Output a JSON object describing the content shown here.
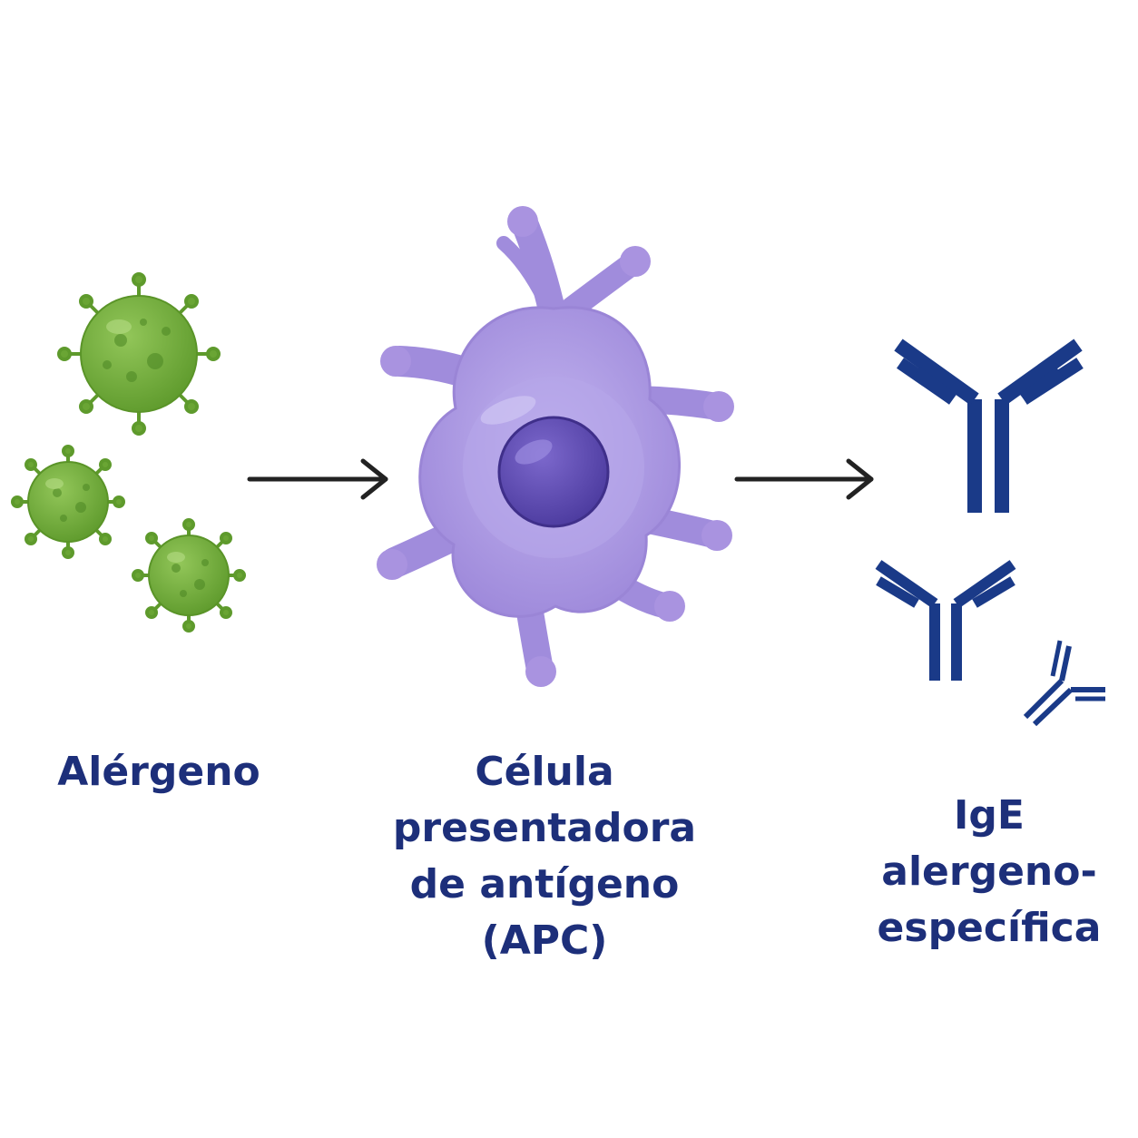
{
  "colors": {
    "background": "#ffffff",
    "label_text": "#1d2f7a",
    "allergen": "#6faa3a",
    "allergen_dark": "#4f8a26",
    "apc_cell": "#a08cdc",
    "apc_nucleus": "#5d4ab0",
    "antibody": "#1a3a88",
    "arrow": "#222222"
  },
  "icons": {
    "allergen": "virus-particle-icon",
    "apc": "dendritic-cell-icon",
    "ige": "y-shaped-antibody-icon",
    "arrow": "right-arrow-icon"
  },
  "labels": {
    "allergen": [
      "Alérgeno"
    ],
    "apc": [
      "Célula",
      "presentadora",
      "de antígeno",
      "(APC)"
    ],
    "ige": [
      "IgE",
      "alergeno-",
      "específica"
    ]
  }
}
